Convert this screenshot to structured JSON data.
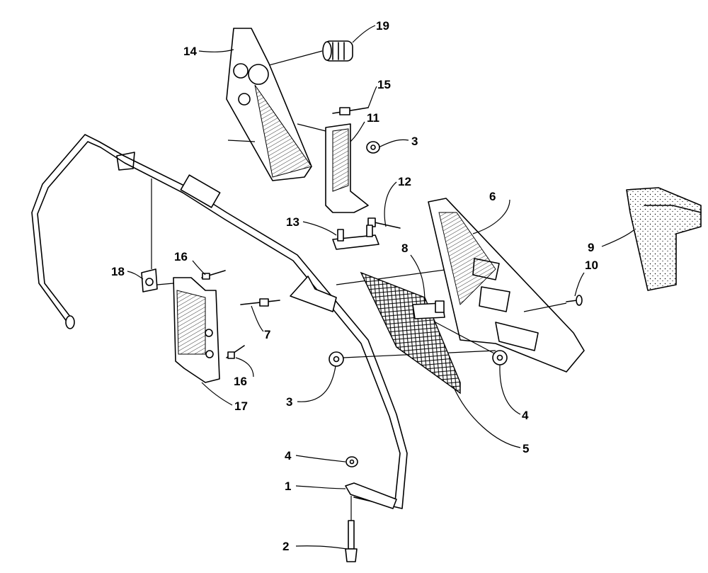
{
  "diagram": {
    "callouts": [
      "1",
      "2",
      "3",
      "3",
      "4",
      "4",
      "5",
      "6",
      "7",
      "8",
      "9",
      "10",
      "11",
      "12",
      "13",
      "14",
      "15",
      "16",
      "16",
      "17",
      "18",
      "19"
    ],
    "parts": [
      "tubular-frame-bar",
      "u-bracket",
      "bolt",
      "lock-nut",
      "mesh-screen",
      "triangular-side-panel",
      "spacer-pin",
      "clip-plate",
      "foam-pad",
      "screw",
      "angle-bracket",
      "stud",
      "threaded-stud-plate",
      "mounting-plate-with-holes",
      "pin",
      "rivet-pin",
      "lower-side-plate",
      "clamp-bushing",
      "grommet-fitting"
    ]
  }
}
